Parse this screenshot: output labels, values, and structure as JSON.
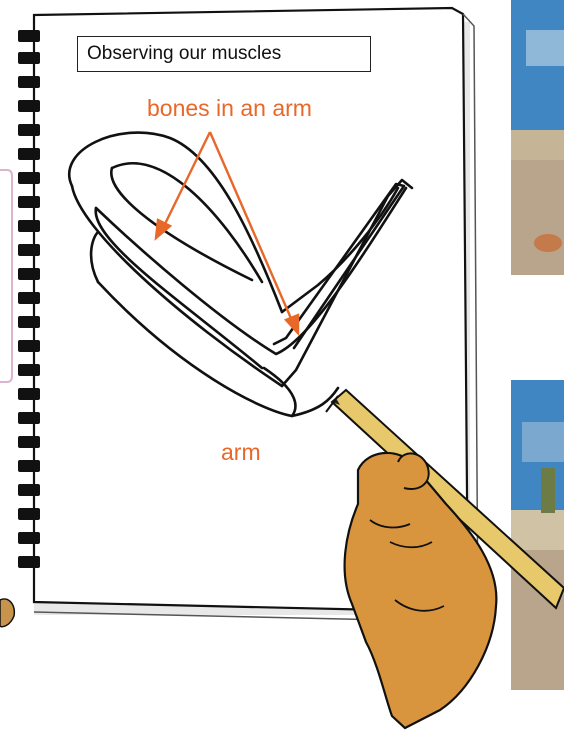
{
  "page": {
    "title": "Observing our muscles",
    "labels": {
      "bones": "bones in an arm",
      "arm": "arm"
    }
  },
  "colors": {
    "label_orange": "#e8682a",
    "outline": "#111111",
    "pink_panel": "#dcb3cc",
    "skin": "#d9953d",
    "pencil": "#e7c96b",
    "photo_wall": "#3f86c2",
    "photo_ground": "#b9a58b"
  },
  "icons": {
    "binding": "spiral-binding-icon",
    "pencil": "pencil-icon",
    "hand": "hand-icon"
  }
}
